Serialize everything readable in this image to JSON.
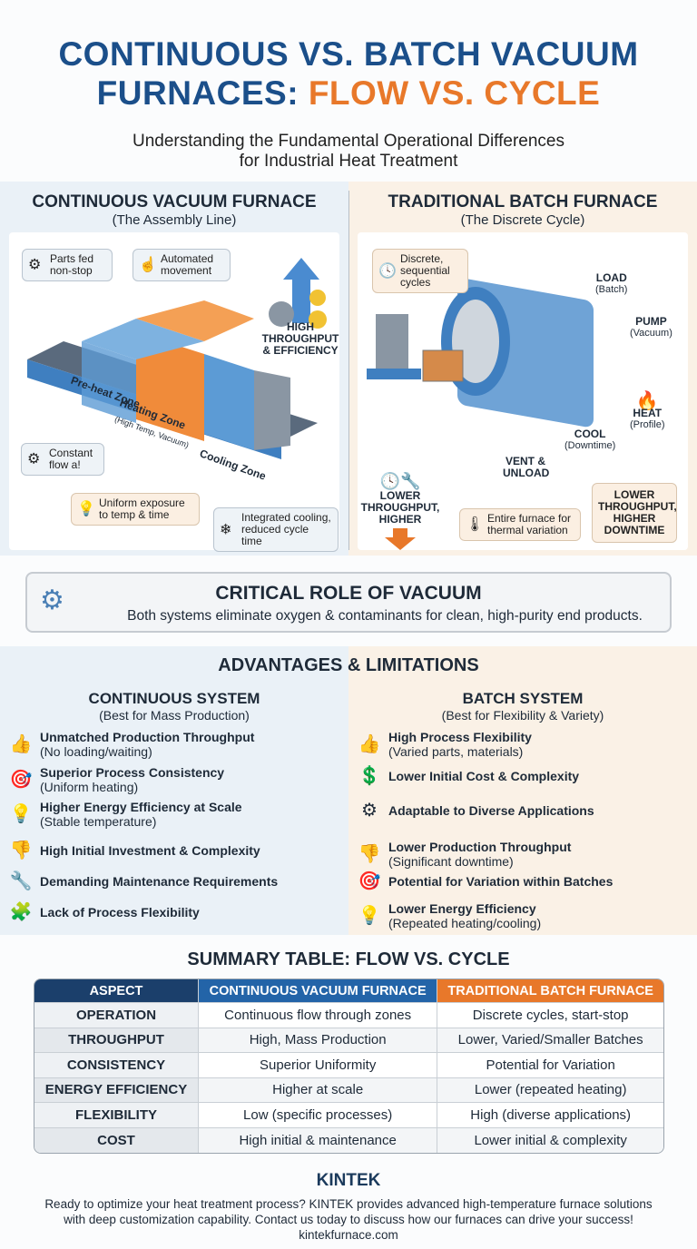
{
  "title": {
    "line1": "CONTINUOUS VS. BATCH VACUUM",
    "line2_a": "FURNACES: ",
    "line2_b": "FLOW VS. CYCLE"
  },
  "subtitle": {
    "line1": "Understanding the Fundamental Operational Differences",
    "line2": "for Industrial Heat Treatment"
  },
  "colors": {
    "blue": "#1b4f8a",
    "orange": "#e8782a",
    "panel_blue": "#eaf1f7",
    "panel_beige": "#faf1e6"
  },
  "continuous": {
    "title": "CONTINUOUS VACUUM FURNACE",
    "subtitle": "(The Assembly Line)",
    "callouts": [
      "Parts fed non-stop",
      "Automated movement",
      "Constant flow a!",
      "Uniform exposure to temp & time",
      "Integrated cooling, reduced cycle time"
    ],
    "zones": [
      "Pre-heat Zone",
      "Heating Zone",
      "(High Temp, Vacuum)",
      "Cooling Zone"
    ],
    "badge": "HIGH THROUGHPUT & EFFICIENCY"
  },
  "batch": {
    "title": "TRADITIONAL BATCH FURNACE",
    "subtitle": "(The Discrete Cycle)",
    "callouts": [
      "Discrete, sequential cycles",
      "Entire furnace for thermal variation",
      "LOWER THROUGHPUT, HIGHER DOWNTIME"
    ],
    "steps": [
      {
        "label": "LOAD",
        "sub": "(Batch)"
      },
      {
        "label": "PUMP",
        "sub": "(Vacuum)"
      },
      {
        "label": "HEAT",
        "sub": "(Profile)"
      },
      {
        "label": "COOL",
        "sub": "(Downtime)"
      },
      {
        "label": "VENT & UNLOAD",
        "sub": ""
      }
    ],
    "badge": "LOWER THROUGHPUT, HIGHER"
  },
  "vacuum": {
    "title": "CRITICAL ROLE OF VACUUM",
    "text": "Both systems eliminate oxygen & contaminants for clean, high-purity end products."
  },
  "advantages": {
    "title": "ADVANTAGES & LIMITATIONS",
    "continuous": {
      "title": "CONTINUOUS SYSTEM",
      "subtitle": "(Best for Mass Production)",
      "items": [
        {
          "icon": "thumbs-up",
          "label": "Unmatched Production Throughput",
          "detail": "(No loading/waiting)"
        },
        {
          "icon": "target",
          "label": "Superior Process Consistency",
          "detail": "(Uniform heating)"
        },
        {
          "icon": "lightbulb",
          "label": "Higher Energy Efficiency at Scale",
          "detail": "(Stable temperature)"
        },
        {
          "icon": "thumbs-down",
          "label": "High Initial Investment & Complexity",
          "detail": ""
        },
        {
          "icon": "tools",
          "label": "Demanding Maintenance Requirements",
          "detail": ""
        },
        {
          "icon": "puzzle",
          "label": "Lack of Process Flexibility",
          "detail": ""
        }
      ]
    },
    "batch": {
      "title": "BATCH SYSTEM",
      "subtitle": "(Best for Flexibility & Variety)",
      "items": [
        {
          "icon": "thumbs-up",
          "label": "High Process Flexibility",
          "detail": "(Varied parts, materials)"
        },
        {
          "icon": "coin",
          "label": "Lower Initial Cost & Complexity",
          "detail": ""
        },
        {
          "icon": "gear",
          "label": "Adaptable to Diverse Applications",
          "detail": ""
        },
        {
          "icon": "thumbs-down",
          "label": "Lower Production Throughput",
          "detail": "(Significant downtime)"
        },
        {
          "icon": "target",
          "label": "Potential for Variation within Batches",
          "detail": ""
        },
        {
          "icon": "lightbulb",
          "label": "Lower Energy Efficiency",
          "detail": "(Repeated heating/cooling)"
        }
      ]
    }
  },
  "summary": {
    "title": "SUMMARY TABLE: FLOW VS. CYCLE",
    "headers": [
      "ASPECT",
      "CONTINUOUS VACUUM FURNACE",
      "TRADITIONAL BATCH FURNACE"
    ],
    "rows": [
      [
        "OPERATION",
        "Continuous flow through zones",
        "Discrete cycles, start-stop"
      ],
      [
        "THROUGHPUT",
        "High, Mass Production",
        "Lower, Varied/Smaller Batches"
      ],
      [
        "CONSISTENCY",
        "Superior Uniformity",
        "Potential for Variation"
      ],
      [
        "ENERGY EFFICIENCY",
        "Higher at scale",
        "Lower (repeated heating)"
      ],
      [
        "FLEXIBILITY",
        "Low (specific processes)",
        "High (diverse applications)"
      ],
      [
        "COST",
        "High initial & maintenance",
        "Lower initial & complexity"
      ]
    ]
  },
  "footer": {
    "logo": "KINTEK",
    "line1": "Ready to optimize your heat treatment process? KINTEK provides advanced high-temperature furnace solutions",
    "line2": "with deep customization capability. Contact us today to discuss how our furnaces can drive your success!",
    "url": "kintekfurnace.com"
  }
}
